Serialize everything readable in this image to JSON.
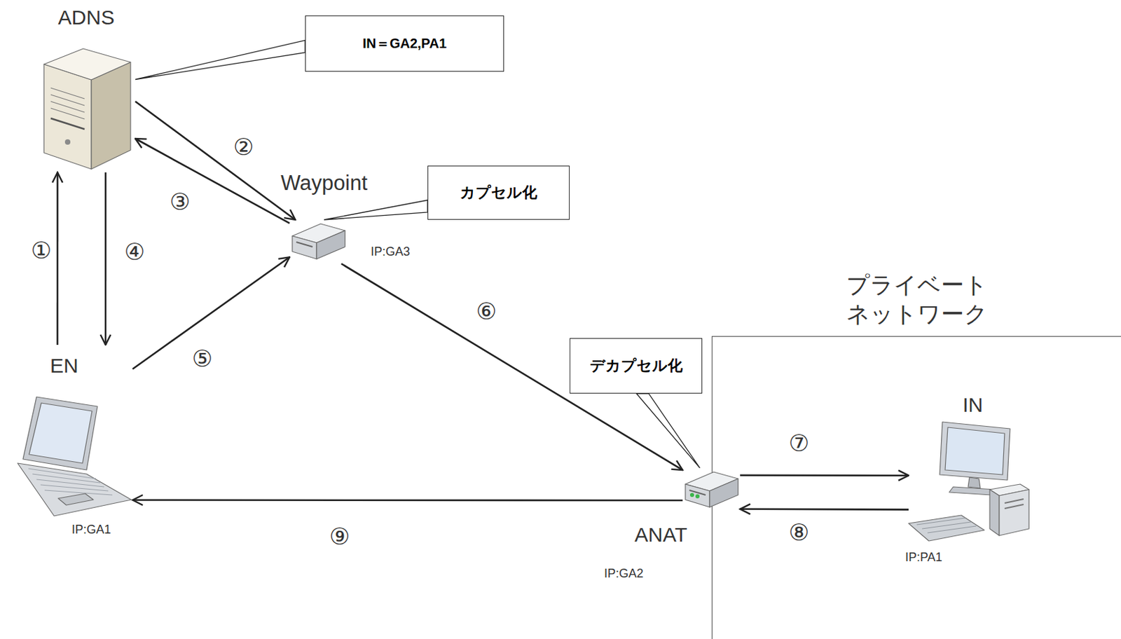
{
  "diagram": {
    "nodes": [
      {
        "text": [
          "ADNS"
        ]
      },
      {
        "text": [
          "IN＝GA2,PA1"
        ]
      },
      {
        "text": [
          "Waypoint",
          "IP:GA3"
        ]
      },
      {
        "text": [
          "カプセル化"
        ]
      },
      {
        "text": [
          "EN",
          "IP:GA1"
        ]
      },
      {
        "text": [
          "プライベート ネットワーク"
        ]
      },
      {
        "text": [
          "デカプセル化"
        ]
      },
      {
        "text": [
          "ANAT",
          "IP:GA2"
        ]
      },
      {
        "text": [
          "IN",
          "IP:PA1"
        ],
        "in": 5
      }
    ],
    "edges": [
      {
        "from": 4,
        "to": 0,
        "arrow": "to",
        "label": "①"
      },
      {
        "from": 0,
        "to": 2,
        "arrow": "to",
        "label": "②"
      },
      {
        "from": 2,
        "to": 0,
        "arrow": "to",
        "label": "③"
      },
      {
        "from": 0,
        "to": 4,
        "arrow": "to",
        "label": "④"
      },
      {
        "from": 4,
        "to": 2,
        "arrow": "to",
        "label": "⑤"
      },
      {
        "from": 2,
        "to": 7,
        "arrow": "to",
        "label": "⑥"
      },
      {
        "from": 7,
        "to": 8,
        "arrow": "to",
        "label": "⑦"
      },
      {
        "from": 8,
        "to": 7,
        "arrow": "to",
        "label": "⑧"
      },
      {
        "from": 7,
        "to": 4,
        "arrow": "to",
        "label": "⑨"
      },
      {
        "from": 1,
        "to": 0,
        "arrow": "none"
      },
      {
        "from": 3,
        "to": 2,
        "arrow": "none"
      },
      {
        "from": 6,
        "to": 7,
        "arrow": "none"
      }
    ]
  }
}
